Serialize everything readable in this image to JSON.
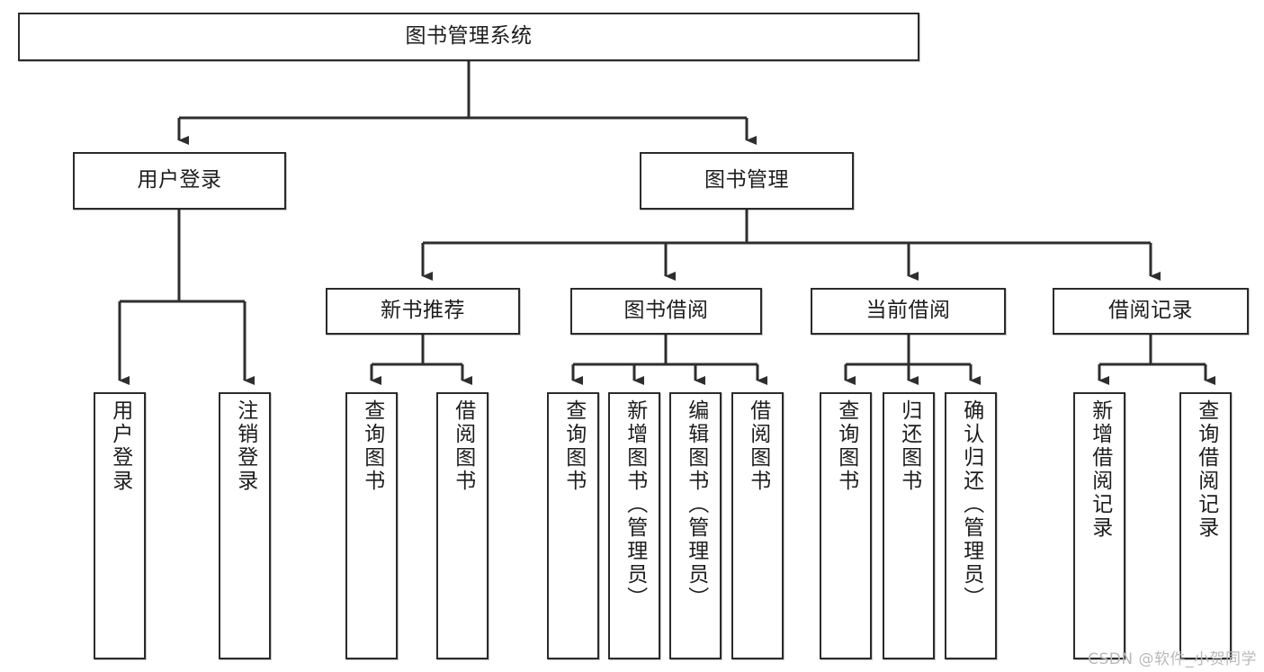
{
  "diagram": {
    "title": "图书管理系统",
    "type": "tree-hierarchy",
    "root": {
      "label": "图书管理系统"
    },
    "level2": [
      {
        "label": "用户登录"
      },
      {
        "label": "图书管理"
      }
    ],
    "level3": [
      {
        "label": "新书推荐"
      },
      {
        "label": "图书借阅"
      },
      {
        "label": "当前借阅"
      },
      {
        "label": "借阅记录"
      }
    ],
    "leaves": {
      "user_login": [
        {
          "label": "用户登录"
        },
        {
          "label": "注销登录"
        }
      ],
      "new_book_recommend": [
        {
          "label": "查询图书"
        },
        {
          "label": "借阅图书"
        }
      ],
      "book_borrow": [
        {
          "label": "查询图书"
        },
        {
          "label": "新增图书（管理员）"
        },
        {
          "label": "编辑图书（管理员）"
        },
        {
          "label": "借阅图书"
        }
      ],
      "current_borrow": [
        {
          "label": "查询图书"
        },
        {
          "label": "归还图书"
        },
        {
          "label": "确认归还（管理员）"
        }
      ],
      "borrow_record": [
        {
          "label": "新增借阅记录"
        },
        {
          "label": "查询借阅记录"
        }
      ]
    }
  },
  "watermark": {
    "text": "CSDN @软件_小贺同学"
  },
  "colors": {
    "box_border": "#2b2b2b",
    "box_fill": "#ffffff",
    "line": "#2e2e2e",
    "text": "#1d1d1d",
    "watermark": "#b9b9b9",
    "background": "#ffffff"
  }
}
